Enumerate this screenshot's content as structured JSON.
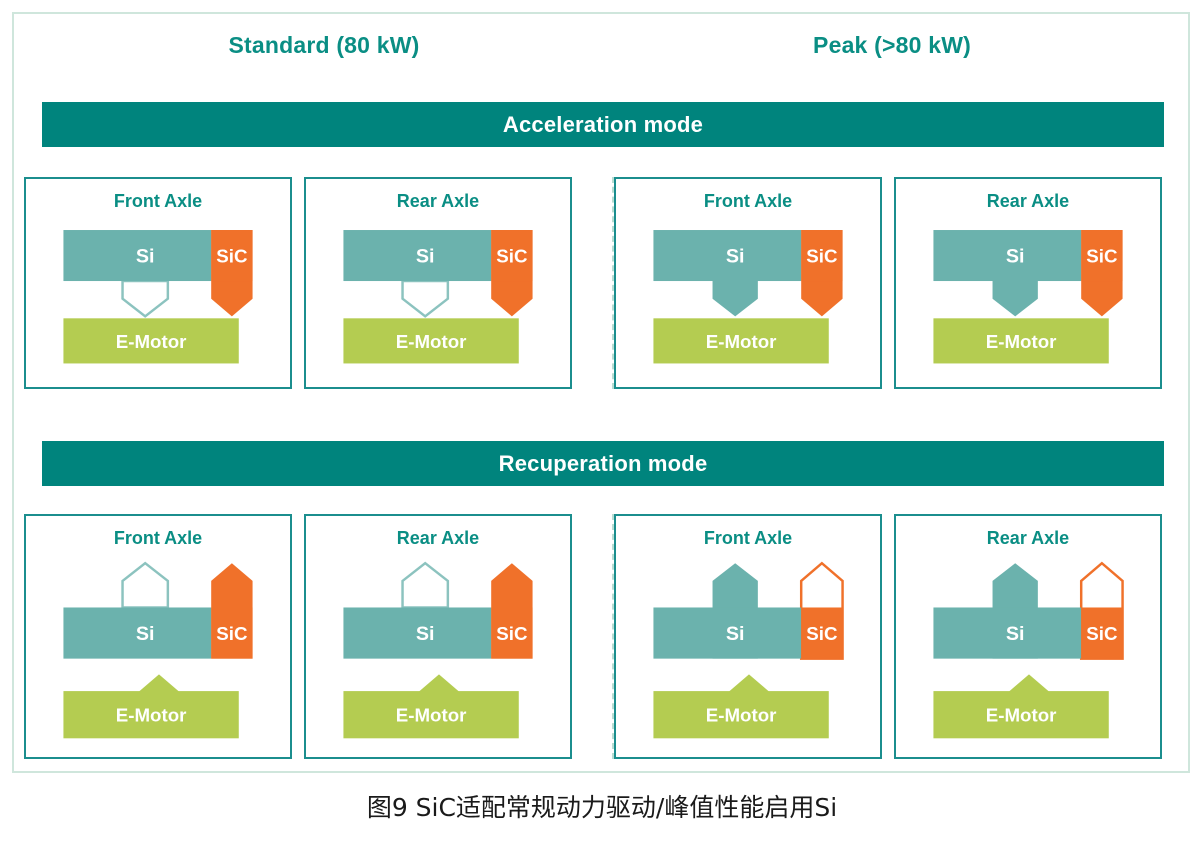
{
  "figure": {
    "caption": "图9  SiC适配常规动力驱动/峰值性能启用Si",
    "columns": [
      {
        "key": "standard",
        "label": "Standard (80 kW)"
      },
      {
        "key": "peak",
        "label": "Peak (>80 kW)"
      }
    ],
    "modes": [
      {
        "key": "acceleration",
        "label": "Acceleration mode"
      },
      {
        "key": "recuperation",
        "label": "Recuperation mode"
      }
    ],
    "block_labels": {
      "si": "Si",
      "sic": "SiC",
      "emotor": "E-Motor"
    },
    "panels": {
      "acceleration": [
        {
          "title": "Front Axle",
          "column": "standard",
          "si_arrow": "hollow-down",
          "sic_arrow": "filled-down",
          "emotor_arrow": "none"
        },
        {
          "title": "Rear Axle",
          "column": "standard",
          "si_arrow": "hollow-down",
          "sic_arrow": "filled-down",
          "emotor_arrow": "none"
        },
        {
          "title": "Front Axle",
          "column": "peak",
          "si_arrow": "filled-down",
          "sic_arrow": "filled-down",
          "emotor_arrow": "none"
        },
        {
          "title": "Rear Axle",
          "column": "peak",
          "si_arrow": "filled-down",
          "sic_arrow": "filled-down",
          "emotor_arrow": "none"
        }
      ],
      "recuperation": [
        {
          "title": "Front Axle",
          "column": "standard",
          "si_arrow": "hollow-up",
          "sic_arrow": "filled-up",
          "emotor_arrow": "filled-up"
        },
        {
          "title": "Rear Axle",
          "column": "standard",
          "si_arrow": "hollow-up",
          "sic_arrow": "filled-up",
          "emotor_arrow": "filled-up"
        },
        {
          "title": "Front Axle",
          "column": "peak",
          "si_arrow": "filled-up",
          "sic_arrow": "hollow-up",
          "emotor_arrow": "filled-up"
        },
        {
          "title": "Rear Axle",
          "column": "peak",
          "si_arrow": "filled-up",
          "sic_arrow": "hollow-up",
          "emotor_arrow": "filled-up"
        }
      ]
    },
    "colors": {
      "mode_bar": "#00847d",
      "title_teal": "#0a8e84",
      "panel_border": "#1b8e8e",
      "si_block": "#6bb2ad",
      "sic_block": "#f0712a",
      "emotor_block": "#b4cc51",
      "si_outline": "#8cc3bf",
      "sic_outline": "#f0712a",
      "outer_border": "#cfe6dc",
      "divider": "#b9ddd3",
      "block_text": "#ffffff",
      "caption_text": "#1a1a1a"
    }
  }
}
